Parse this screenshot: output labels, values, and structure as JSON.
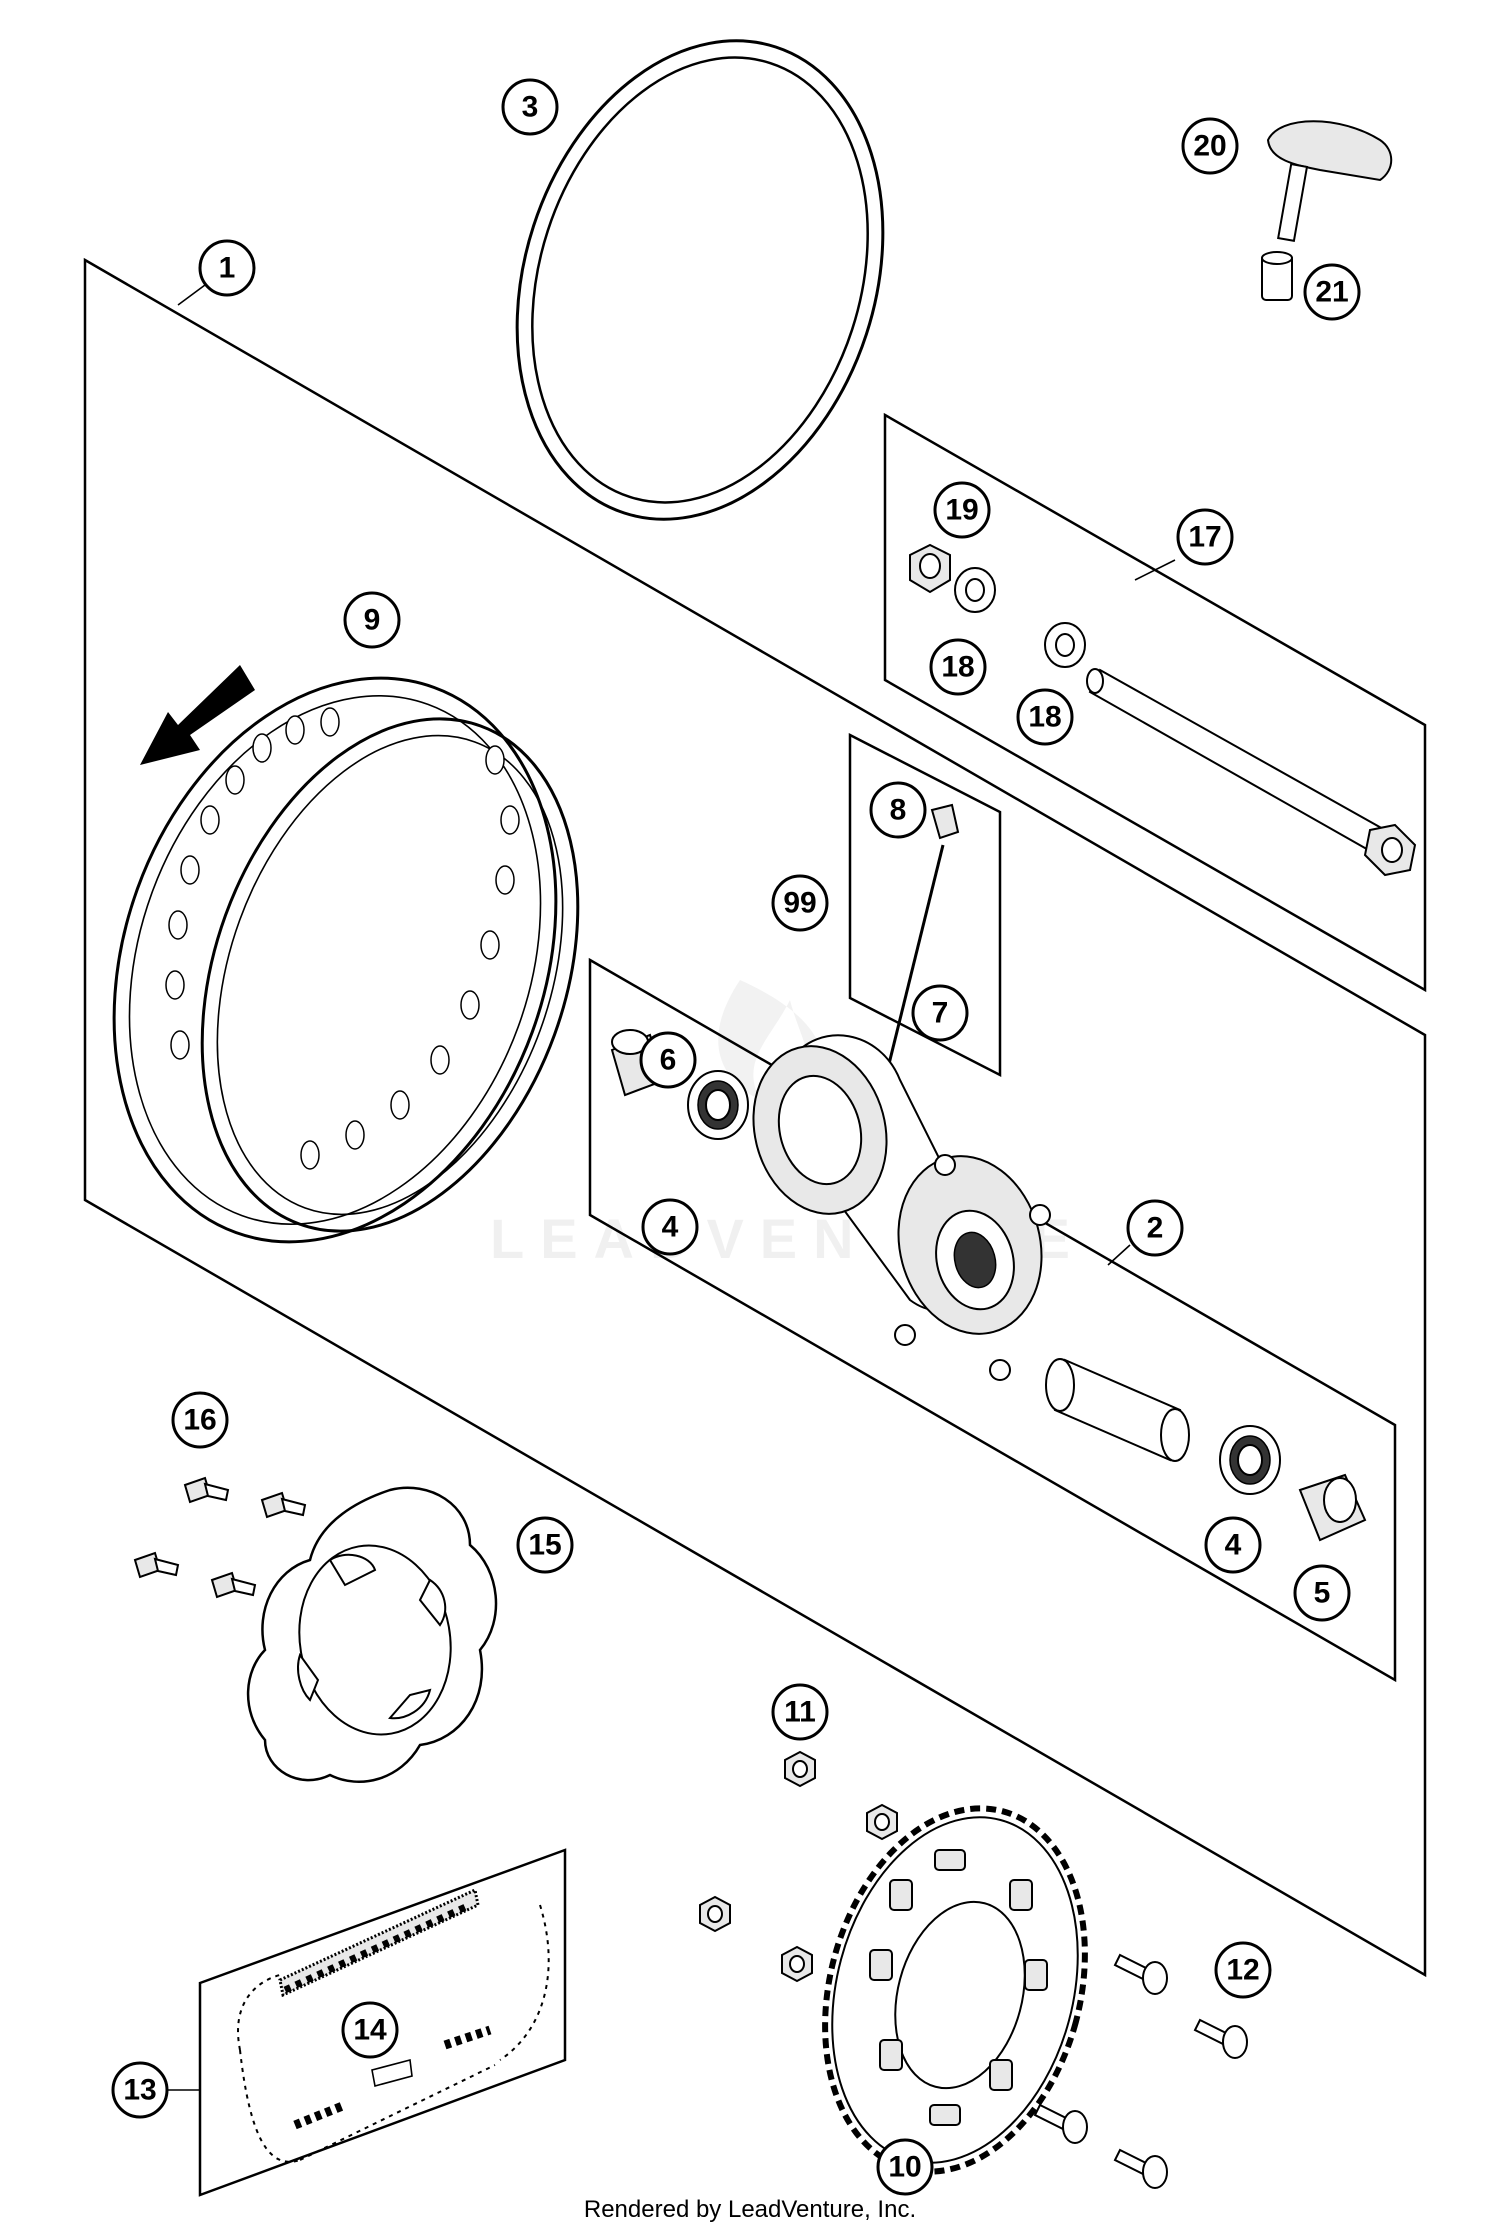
{
  "callouts": {
    "c1": "1",
    "c2": "2",
    "c3": "3",
    "c4a": "4",
    "c4b": "4",
    "c5": "5",
    "c6": "6",
    "c7": "7",
    "c8": "8",
    "c9": "9",
    "c10": "10",
    "c11": "11",
    "c12": "12",
    "c13": "13",
    "c14": "14",
    "c15": "15",
    "c16": "16",
    "c17": "17",
    "c18a": "18",
    "c18b": "18",
    "c19": "19",
    "c20": "20",
    "c21": "21",
    "c99": "99"
  },
  "watermark": "LEADVENTURE",
  "footer": "Rendered by LeadVenture, Inc."
}
